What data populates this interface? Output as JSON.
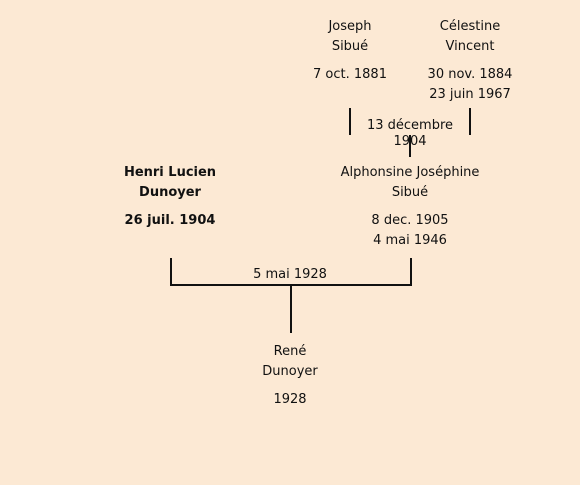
{
  "persons": {
    "joseph": {
      "first": "Joseph",
      "last": "Sibué",
      "birth": "7 oct. 1881",
      "death": ""
    },
    "celestine": {
      "first": "Célestine",
      "last": "Vincent",
      "birth": "30 nov. 1884",
      "death": "23 juin 1967"
    },
    "henri": {
      "first": "Henri Lucien",
      "last": "Dunoyer",
      "birth": "26 juil. 1904",
      "death": ""
    },
    "alphonsine": {
      "first": "Alphonsine Joséphine",
      "last": "Sibué",
      "birth": "8 dec. 1905",
      "death": "4 mai 1946"
    },
    "rene": {
      "first": "René",
      "last": "Dunoyer",
      "birth": "1928",
      "death": ""
    }
  },
  "marriages": {
    "parents": "13 décembre 1904",
    "couple": "5 mai 1928"
  },
  "colors": {
    "background": "#fce9d4",
    "lines": "#111111"
  }
}
